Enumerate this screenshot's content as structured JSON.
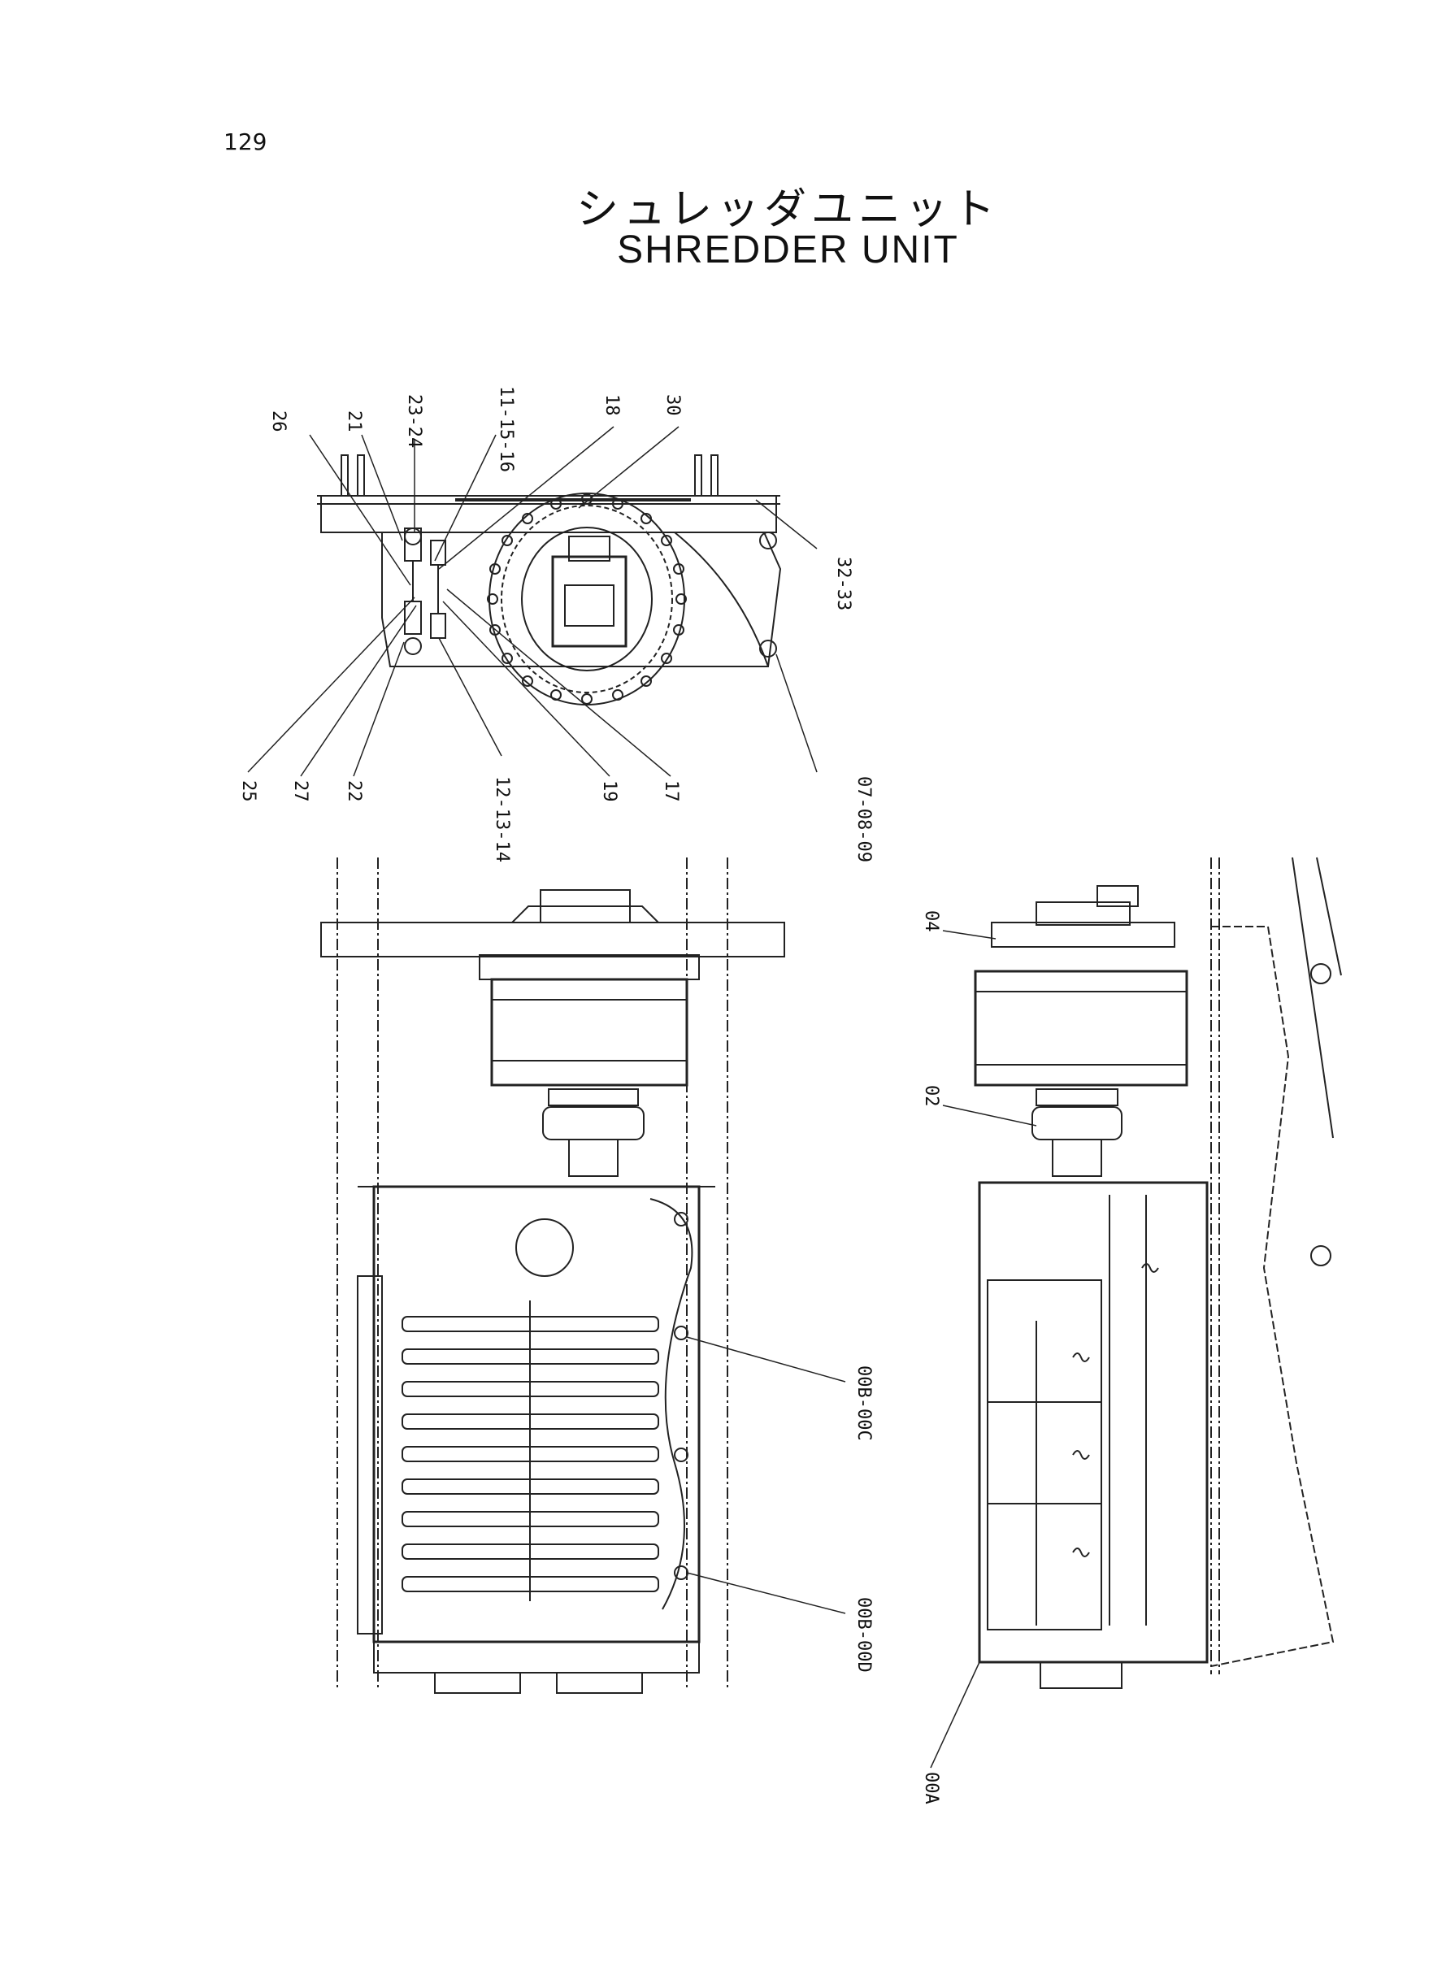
{
  "page_number": "129",
  "title": {
    "japanese": "シュレッダユニット",
    "english": "SHREDDER  UNIT"
  },
  "callouts": {
    "top_view": [
      "26",
      "21",
      "23-24",
      "11-15-16",
      "18",
      "30",
      "32-33",
      "25",
      "27",
      "22",
      "12-13-14",
      "19",
      "17",
      "07-08-09"
    ],
    "front_view": [
      "00B-00C",
      "00B-00D"
    ],
    "side_view": [
      "04",
      "02",
      "00A"
    ]
  }
}
